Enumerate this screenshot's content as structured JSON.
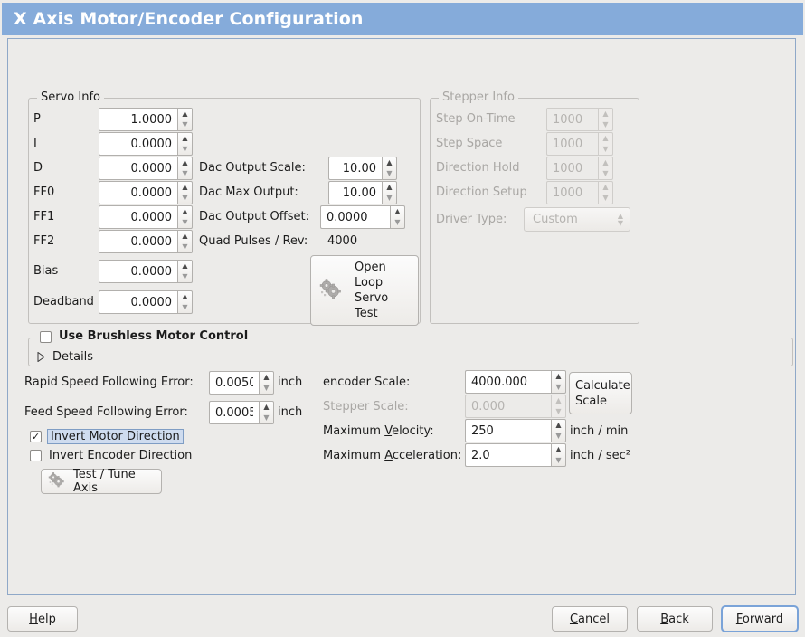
{
  "window": {
    "title": "X Axis Motor/Encoder Configuration",
    "title_bg": "#85abda",
    "bg": "#ecebe9"
  },
  "servo_info": {
    "legend": "Servo Info",
    "fields": [
      {
        "label": "P",
        "value": "1.0000"
      },
      {
        "label": "I",
        "value": "0.0000"
      },
      {
        "label": "D",
        "value": "0.0000"
      },
      {
        "label": "FF0",
        "value": "0.0000"
      },
      {
        "label": "FF1",
        "value": "0.0000"
      },
      {
        "label": "FF2",
        "value": "0.0000"
      },
      {
        "label": "Bias",
        "value": "0.0000"
      },
      {
        "label": "Deadband",
        "value": "0.0000"
      }
    ],
    "dac": [
      {
        "label": "Dac Output Scale:",
        "value": "10.00"
      },
      {
        "label": "Dac Max Output:",
        "value": "10.00"
      },
      {
        "label": "Dac Output Offset:",
        "value": "0.0000"
      }
    ],
    "quad_label": "Quad Pulses / Rev:",
    "quad_value": "4000",
    "open_loop_button": {
      "line1": "Open",
      "line2": "Loop",
      "line3": "Servo",
      "line4": "Test",
      "icon": "gears-icon"
    }
  },
  "stepper_info": {
    "legend": "Stepper Info",
    "disabled": true,
    "fields": [
      {
        "label": "Step On-Time",
        "value": "1000"
      },
      {
        "label": "Step Space",
        "value": "1000"
      },
      {
        "label": "Direction Hold",
        "value": "1000"
      },
      {
        "label": "Direction Setup",
        "value": "1000"
      }
    ],
    "driver_type_label": "Driver Type:",
    "driver_type_value": "Custom"
  },
  "brushless": {
    "checkbox_label": "Use Brushless Motor Control",
    "checked": false,
    "details_label": "Details",
    "details_expanded": false
  },
  "following_error": {
    "rapid_label": "Rapid Speed Following Error:",
    "rapid_value": "0.0050",
    "rapid_unit": "inch",
    "feed_label": "Feed Speed Following Error:",
    "feed_value": "0.0005",
    "feed_unit": "inch"
  },
  "inversion": {
    "motor_label": "Invert Motor Direction",
    "motor_checked": true,
    "motor_focused": true,
    "encoder_label": "Invert Encoder Direction",
    "encoder_checked": false
  },
  "test_tune_button": {
    "label": "Test / Tune Axis",
    "icon": "gears-icon"
  },
  "scales": {
    "encoder_label": "encoder Scale:",
    "encoder_value": "4000.000",
    "stepper_label": "Stepper Scale:",
    "stepper_value": "0.000",
    "stepper_disabled": true,
    "calc_line1": "Calculate",
    "calc_line2": "Scale",
    "max_velocity_label_pre": "Maximum ",
    "max_velocity_label_mnemonic": "V",
    "max_velocity_label_post": "elocity:",
    "max_velocity_value": "250",
    "max_velocity_unit": "inch / min",
    "max_accel_label_pre": "Maximum ",
    "max_accel_label_mnemonic": "A",
    "max_accel_label_post": "cceleration:",
    "max_accel_value": "2.0",
    "max_accel_unit": "inch / sec²"
  },
  "actions": {
    "help_pre": "",
    "help_mnemonic": "H",
    "help_post": "elp",
    "cancel_pre": "",
    "cancel_mnemonic": "C",
    "cancel_post": "ancel",
    "back_pre": "",
    "back_mnemonic": "B",
    "back_post": "ack",
    "forward_pre": "",
    "forward_mnemonic": "F",
    "forward_post": "orward",
    "forward_focused": true
  }
}
